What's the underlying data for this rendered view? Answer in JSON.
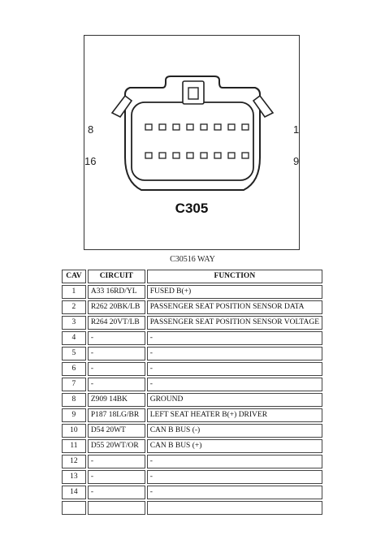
{
  "connector": {
    "name": "C305",
    "caption": "C30516 WAY",
    "labels": {
      "top_left": "8",
      "top_right": "1",
      "bottom_left": "16",
      "bottom_right": "9"
    }
  },
  "table": {
    "headers": {
      "cav": "CAV",
      "circuit": "CIRCUIT",
      "function": "FUNCTION"
    },
    "rows": [
      {
        "cav": "1",
        "circuit": "A33 16RD/YL",
        "function": "FUSED B(+)"
      },
      {
        "cav": "2",
        "circuit": "R262 20BK/LB",
        "function": "PASSENGER SEAT POSITION SENSOR DATA"
      },
      {
        "cav": "3",
        "circuit": "R264 20VT/LB",
        "function": "PASSENGER SEAT POSITION SENSOR VOLTAGE"
      },
      {
        "cav": "4",
        "circuit": "-",
        "function": "-"
      },
      {
        "cav": "5",
        "circuit": "-",
        "function": "-"
      },
      {
        "cav": "6",
        "circuit": "-",
        "function": "-"
      },
      {
        "cav": "7",
        "circuit": "-",
        "function": "-"
      },
      {
        "cav": "8",
        "circuit": "Z909 14BK",
        "function": "GROUND"
      },
      {
        "cav": "9",
        "circuit": "P187 18LG/BR",
        "function": "LEFT SEAT HEATER B(+) DRIVER"
      },
      {
        "cav": "10",
        "circuit": "D54 20WT",
        "function": "CAN B BUS (-)"
      },
      {
        "cav": "11",
        "circuit": "D55 20WT/OR",
        "function": "CAN B BUS (+)"
      },
      {
        "cav": "12",
        "circuit": "-",
        "function": "-"
      },
      {
        "cav": "13",
        "circuit": "-",
        "function": "-"
      },
      {
        "cav": "14",
        "circuit": "-",
        "function": "-"
      },
      {
        "cav": "",
        "circuit": "",
        "function": ""
      }
    ]
  }
}
